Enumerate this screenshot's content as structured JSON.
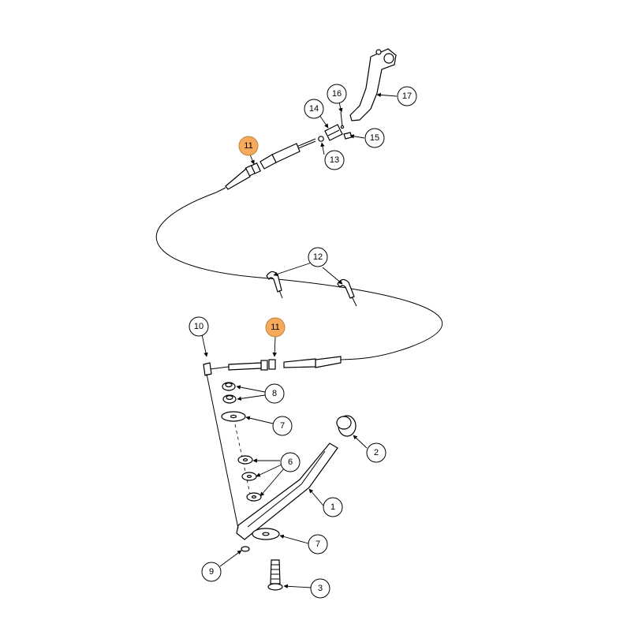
{
  "colors": {
    "line": "#000000",
    "callout_fill": "#ffffff",
    "highlight_fill": "#f7a95c",
    "highlight_stroke": "#b8863e"
  },
  "callouts": [
    {
      "id": "c17",
      "label": "17",
      "highlight": false
    },
    {
      "id": "c16",
      "label": "16",
      "highlight": false
    },
    {
      "id": "c14",
      "label": "14",
      "highlight": false
    },
    {
      "id": "c15",
      "label": "15",
      "highlight": false
    },
    {
      "id": "c13",
      "label": "13",
      "highlight": false
    },
    {
      "id": "c11a",
      "label": "11",
      "highlight": true
    },
    {
      "id": "c12",
      "label": "12",
      "highlight": false
    },
    {
      "id": "c10",
      "label": "10",
      "highlight": false
    },
    {
      "id": "c11b",
      "label": "11",
      "highlight": true
    },
    {
      "id": "c8",
      "label": "8",
      "highlight": false
    },
    {
      "id": "c7a",
      "label": "7",
      "highlight": false
    },
    {
      "id": "c2",
      "label": "2",
      "highlight": false
    },
    {
      "id": "c6",
      "label": "6",
      "highlight": false
    },
    {
      "id": "c1",
      "label": "1",
      "highlight": false
    },
    {
      "id": "c7b",
      "label": "7",
      "highlight": false
    },
    {
      "id": "c9",
      "label": "9",
      "highlight": false
    },
    {
      "id": "c3",
      "label": "3",
      "highlight": false
    }
  ]
}
